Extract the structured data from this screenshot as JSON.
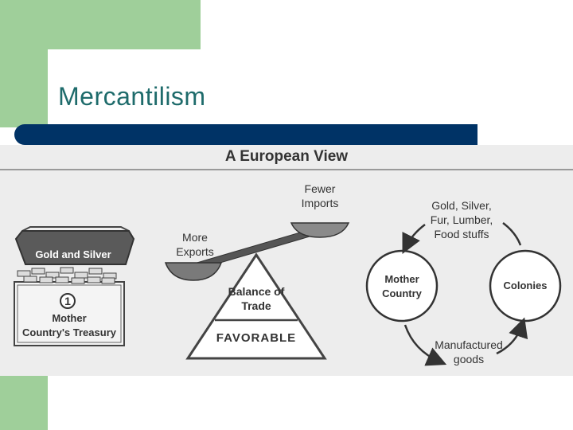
{
  "slide": {
    "title": "Mercantilism"
  },
  "figure": {
    "title": "A European View",
    "treasury": {
      "chest_label": "Gold and Silver",
      "number": "1",
      "caption_line1": "Mother",
      "caption_line2": "Country's Treasury"
    },
    "scale": {
      "more_exports_line1": "More",
      "more_exports_line2": "Exports",
      "fewer_imports_line1": "Fewer",
      "fewer_imports_line2": "Imports",
      "balance_line1": "Balance of",
      "balance_line2": "Trade",
      "base_label": "FAVORABLE"
    },
    "cycle": {
      "mother_line1": "Mother",
      "mother_line2": "Country",
      "colonies": "Colonies",
      "raw_line1": "Gold, Silver,",
      "raw_line2": "Fur, Lumber,",
      "raw_line3": "Food stuffs",
      "goods_line1": "Manufactured",
      "goods_line2": "goods"
    }
  },
  "colors": {
    "accent_green": "#9fcf9a",
    "title_bar": "#003366",
    "title_text": "#1e6b6b"
  }
}
